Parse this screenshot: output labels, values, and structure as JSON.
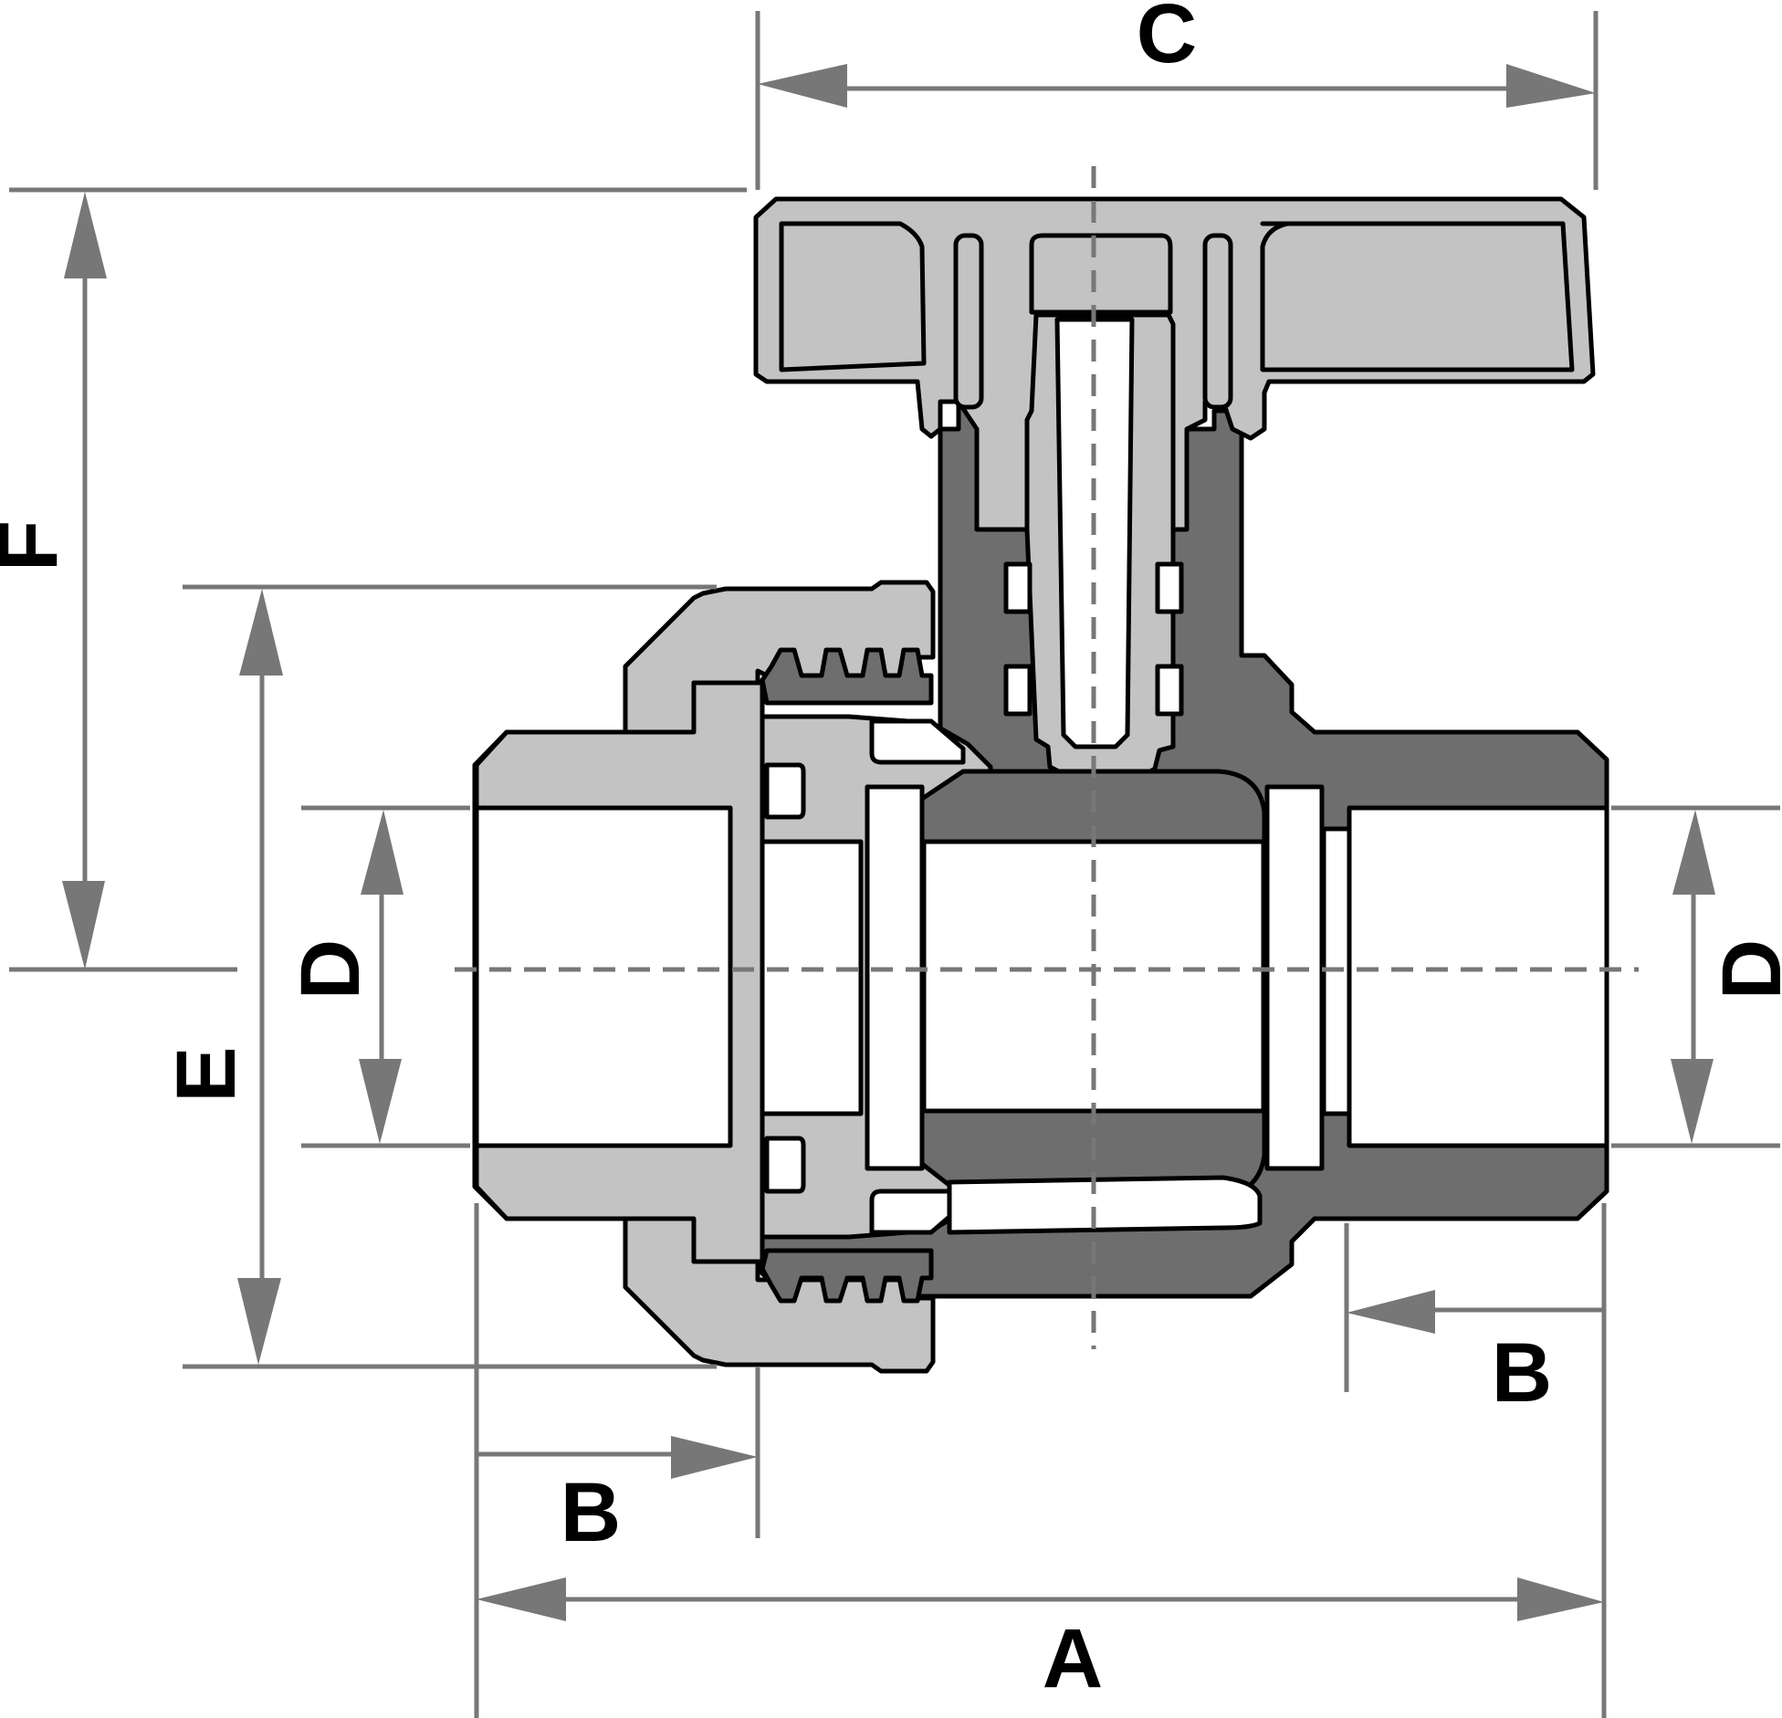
{
  "dimensions": {
    "A": "A",
    "B_left": "B",
    "B_right": "B",
    "C": "C",
    "D_left": "D",
    "D_right": "D",
    "E": "E",
    "F": "F"
  },
  "colors": {
    "body_dark": "#6e6e6e",
    "union_nut_light": "#c3c3c3",
    "dimension_lines": "#777777",
    "outline": "#000000"
  }
}
